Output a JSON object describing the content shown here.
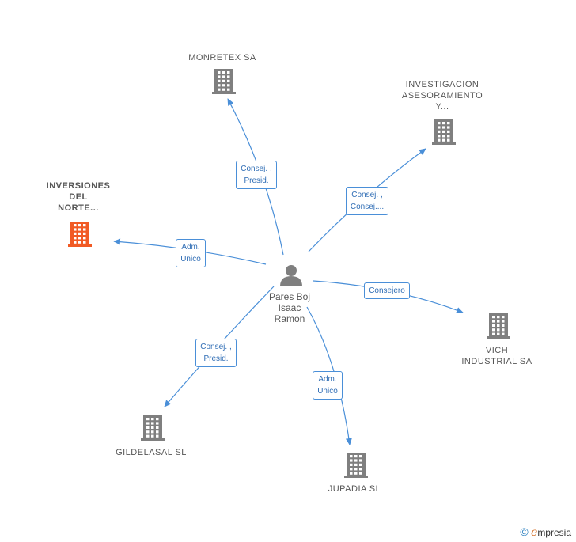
{
  "colors": {
    "edge": "#4a8fd8",
    "company": "#7f7f7f",
    "highlight": "#f15a24",
    "person": "#7f7f7f"
  },
  "center": {
    "name": "Pares Boj\nIsaac\nRamon",
    "icon": "person-icon"
  },
  "companies": [
    {
      "id": "monretex",
      "name": "MONRETEX SA",
      "role": "Consej. ,\nPresid.",
      "highlight": false
    },
    {
      "id": "investigacion",
      "name": "INVESTIGACION\nASESORAMIENTO\nY...",
      "role": "Consej. ,\nConsej....",
      "highlight": false
    },
    {
      "id": "inversiones",
      "name": "INVERSIONES\nDEL\nNORTE...",
      "role": "Adm.\nUnico",
      "highlight": true
    },
    {
      "id": "vich",
      "name": "VICH\nINDUSTRIAL SA",
      "role": "Consejero",
      "highlight": false
    },
    {
      "id": "gildelasal",
      "name": "GILDELASAL SL",
      "role": "Consej. ,\nPresid.",
      "highlight": false
    },
    {
      "id": "jupadia",
      "name": "JUPADIA  SL",
      "role": "Adm.\nUnico",
      "highlight": false
    }
  ],
  "brand": {
    "symbol": "©",
    "initial": "e",
    "rest": "mpresia"
  }
}
